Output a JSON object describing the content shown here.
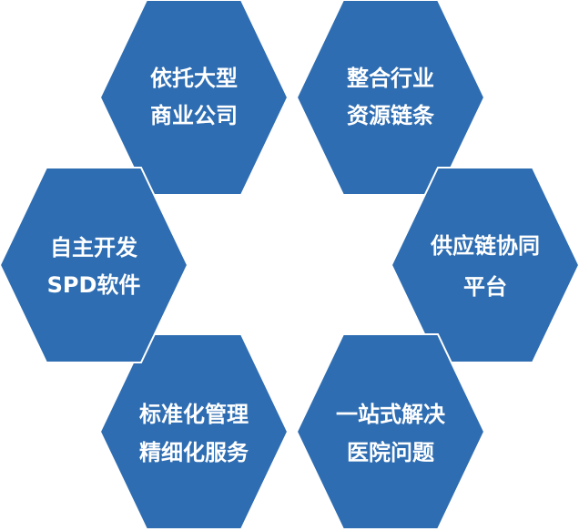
{
  "colors": {
    "hex_fill": "#2E6DB2",
    "text": "#FFFFFF",
    "background": "#FFFFFF"
  },
  "hexagons": [
    {
      "id": "reliance-on-large-companies",
      "lines": [
        "依托大型",
        "商业公司"
      ]
    },
    {
      "id": "integrate-industry-resource-chain",
      "lines": [
        "整合行业",
        "资源链条"
      ]
    },
    {
      "id": "supply-chain-collaboration-platform",
      "lines": [
        "供应链协同",
        "平台"
      ]
    },
    {
      "id": "one-stop-hospital-solutions",
      "lines": [
        "一站式解决",
        "医院问题"
      ]
    },
    {
      "id": "standardized-refined-management",
      "lines": [
        "标准化管理",
        "精细化服务"
      ]
    },
    {
      "id": "independent-spd-software",
      "lines": [
        "自主开发",
        "SPD软件"
      ]
    }
  ]
}
